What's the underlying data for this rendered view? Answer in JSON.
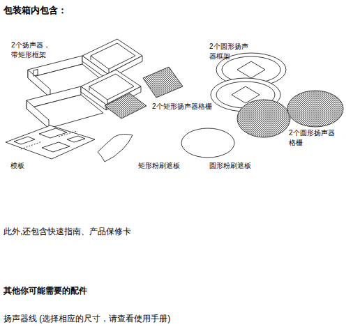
{
  "diagram": {
    "title": "包装箱内包含：",
    "labels": [
      "2个扬声器，带矩形框架",
      "2个圆形扬声器框架",
      "2个矩形扬声器格栅",
      "2个圆形扬声器格栅",
      "模板",
      "矩形粉刷遮板",
      "圆形粉刷遮板",
      "此外,还包含快速指南、产品保修卡",
      "其他你可能需要的配件",
      "扬声器线 (选择相应的尺寸，请查看使用手册)"
    ]
  }
}
